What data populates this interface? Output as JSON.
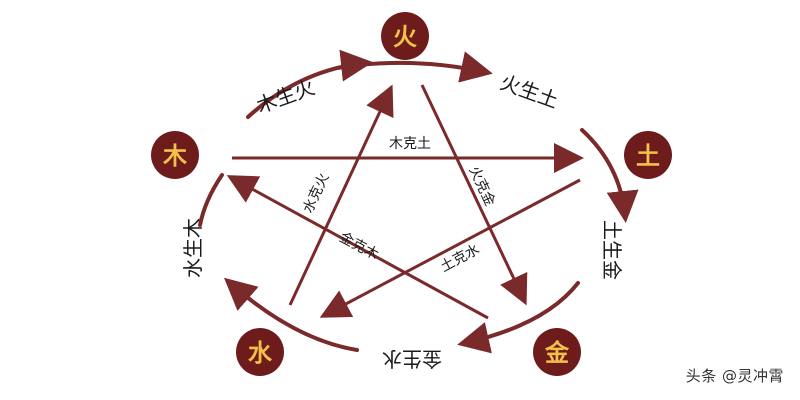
{
  "elements": {
    "fire": "火",
    "earth": "土",
    "metal": "金",
    "water": "水",
    "wood": "木"
  },
  "generating": {
    "wood_fire": "木生火",
    "fire_earth": "火生土",
    "earth_metal": "土生金",
    "metal_water": "金生水",
    "water_wood": "水生木"
  },
  "controlling": {
    "wood_earth": "木克土",
    "fire_metal": "火克金",
    "earth_water": "土克水",
    "metal_wood": "金克木",
    "water_fire": "水克火"
  },
  "watermark": "头条 @灵冲霄",
  "colors": {
    "node_fill": "#6e1b1b",
    "node_text": "#f1c14a",
    "line": "#7a2a2a",
    "text": "#1a1a1a"
  }
}
